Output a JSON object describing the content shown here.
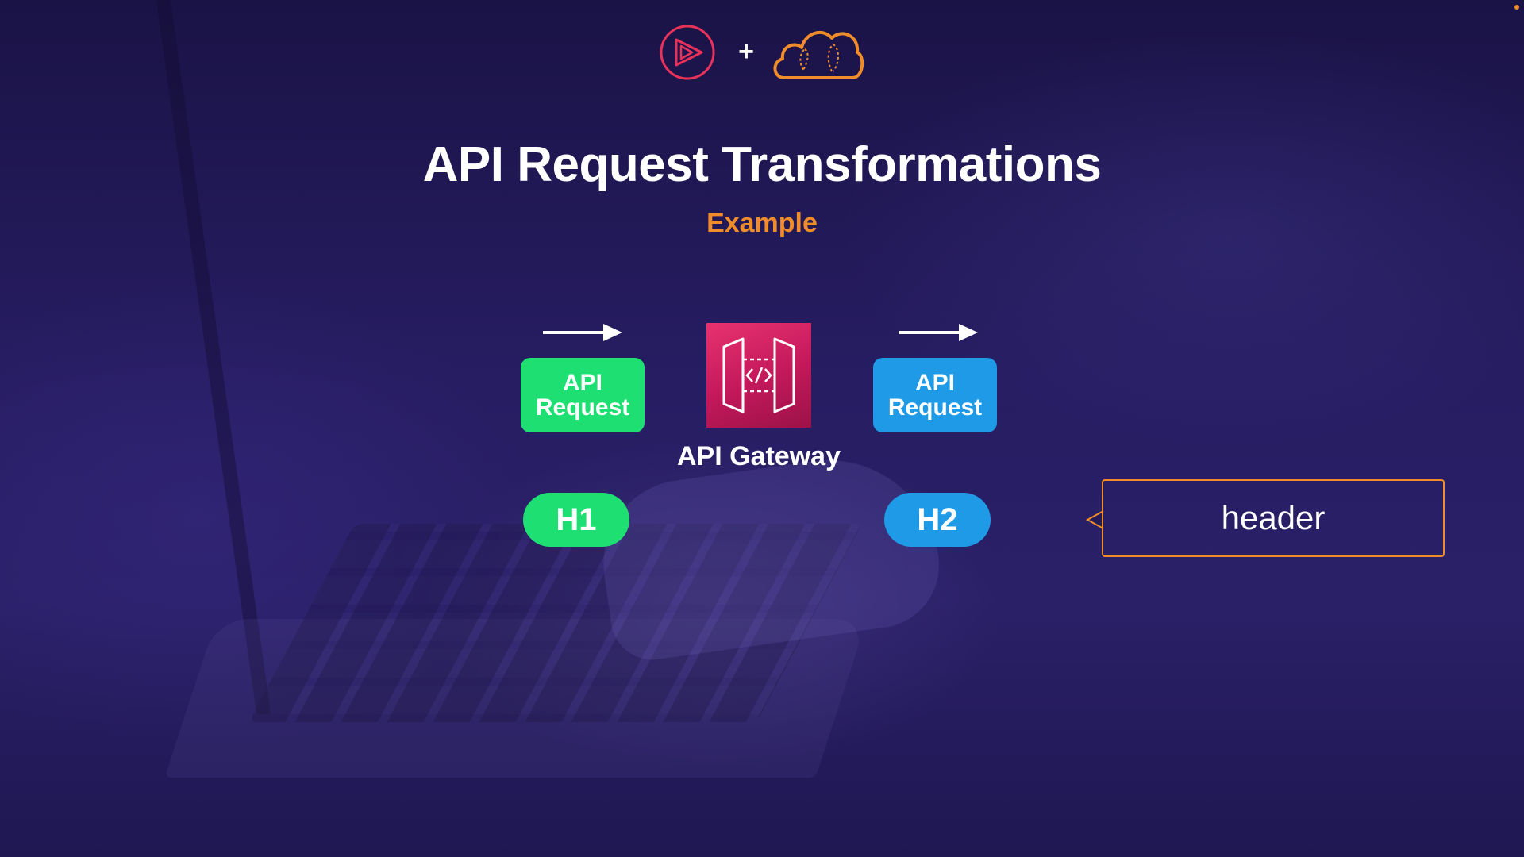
{
  "header": {
    "plus_symbol": "+",
    "left_logo_icon": "play-circle-icon",
    "right_logo_icon": "cloud-icon"
  },
  "slide": {
    "title": "API Request Transformations",
    "subtitle": "Example"
  },
  "diagram": {
    "left_request": {
      "line1": "API",
      "line2": "Request",
      "color": "#1ee072"
    },
    "gateway": {
      "label": "API Gateway",
      "icon": "api-gateway-icon",
      "color": "#c2185b"
    },
    "right_request": {
      "line1": "API",
      "line2": "Request",
      "color": "#1e9ae6"
    },
    "left_header": "H1",
    "right_header": "H2",
    "callout": "header"
  },
  "colors": {
    "accent": "#f08c2a",
    "green": "#1ee072",
    "blue": "#1e9ae6",
    "background": "#231a58"
  }
}
